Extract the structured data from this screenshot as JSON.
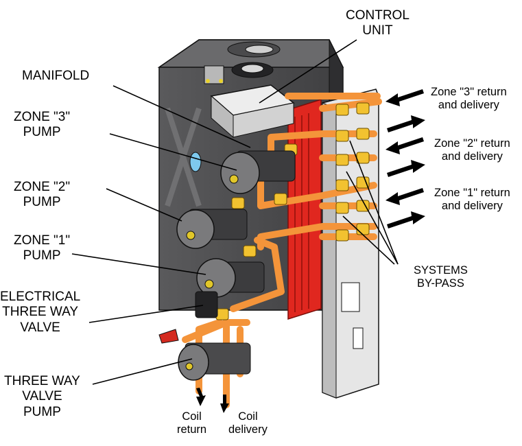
{
  "labels": {
    "control_unit": [
      "CONTROL",
      "UNIT"
    ],
    "manifold": [
      "MANIFOLD"
    ],
    "zone3_pump": [
      "ZONE \"3\"",
      "PUMP"
    ],
    "zone2_pump": [
      "ZONE \"2\"",
      "PUMP"
    ],
    "zone1_pump": [
      "ZONE \"1\"",
      "PUMP"
    ],
    "electrical_valve": [
      "ELECTRICAL",
      "THREE WAY",
      "VALVE"
    ],
    "three_way_valve_pump": [
      "THREE WAY",
      "VALVE",
      "PUMP"
    ],
    "zone3_return_delivery": [
      "Zone \"3\" return",
      "and delivery"
    ],
    "zone2_return_delivery": [
      "Zone \"2\" return",
      "and delivery"
    ],
    "zone1_return_delivery": [
      "Zone \"1\" return",
      "and delivery"
    ],
    "systems_bypass": [
      "SYSTEMS",
      "BY-PASS"
    ],
    "coil_return": [
      "Coil",
      "return"
    ],
    "coil_delivery": [
      "Coil",
      "delivery"
    ]
  },
  "colors": {
    "cabinet": "#4d4d4f",
    "cabinet_dark": "#303032",
    "pump": "#6e6e70",
    "pipe": "#f4943a",
    "fitting": "#f2c230",
    "heat_exchanger": "#e0271f",
    "panel": "#d6d6d6"
  }
}
